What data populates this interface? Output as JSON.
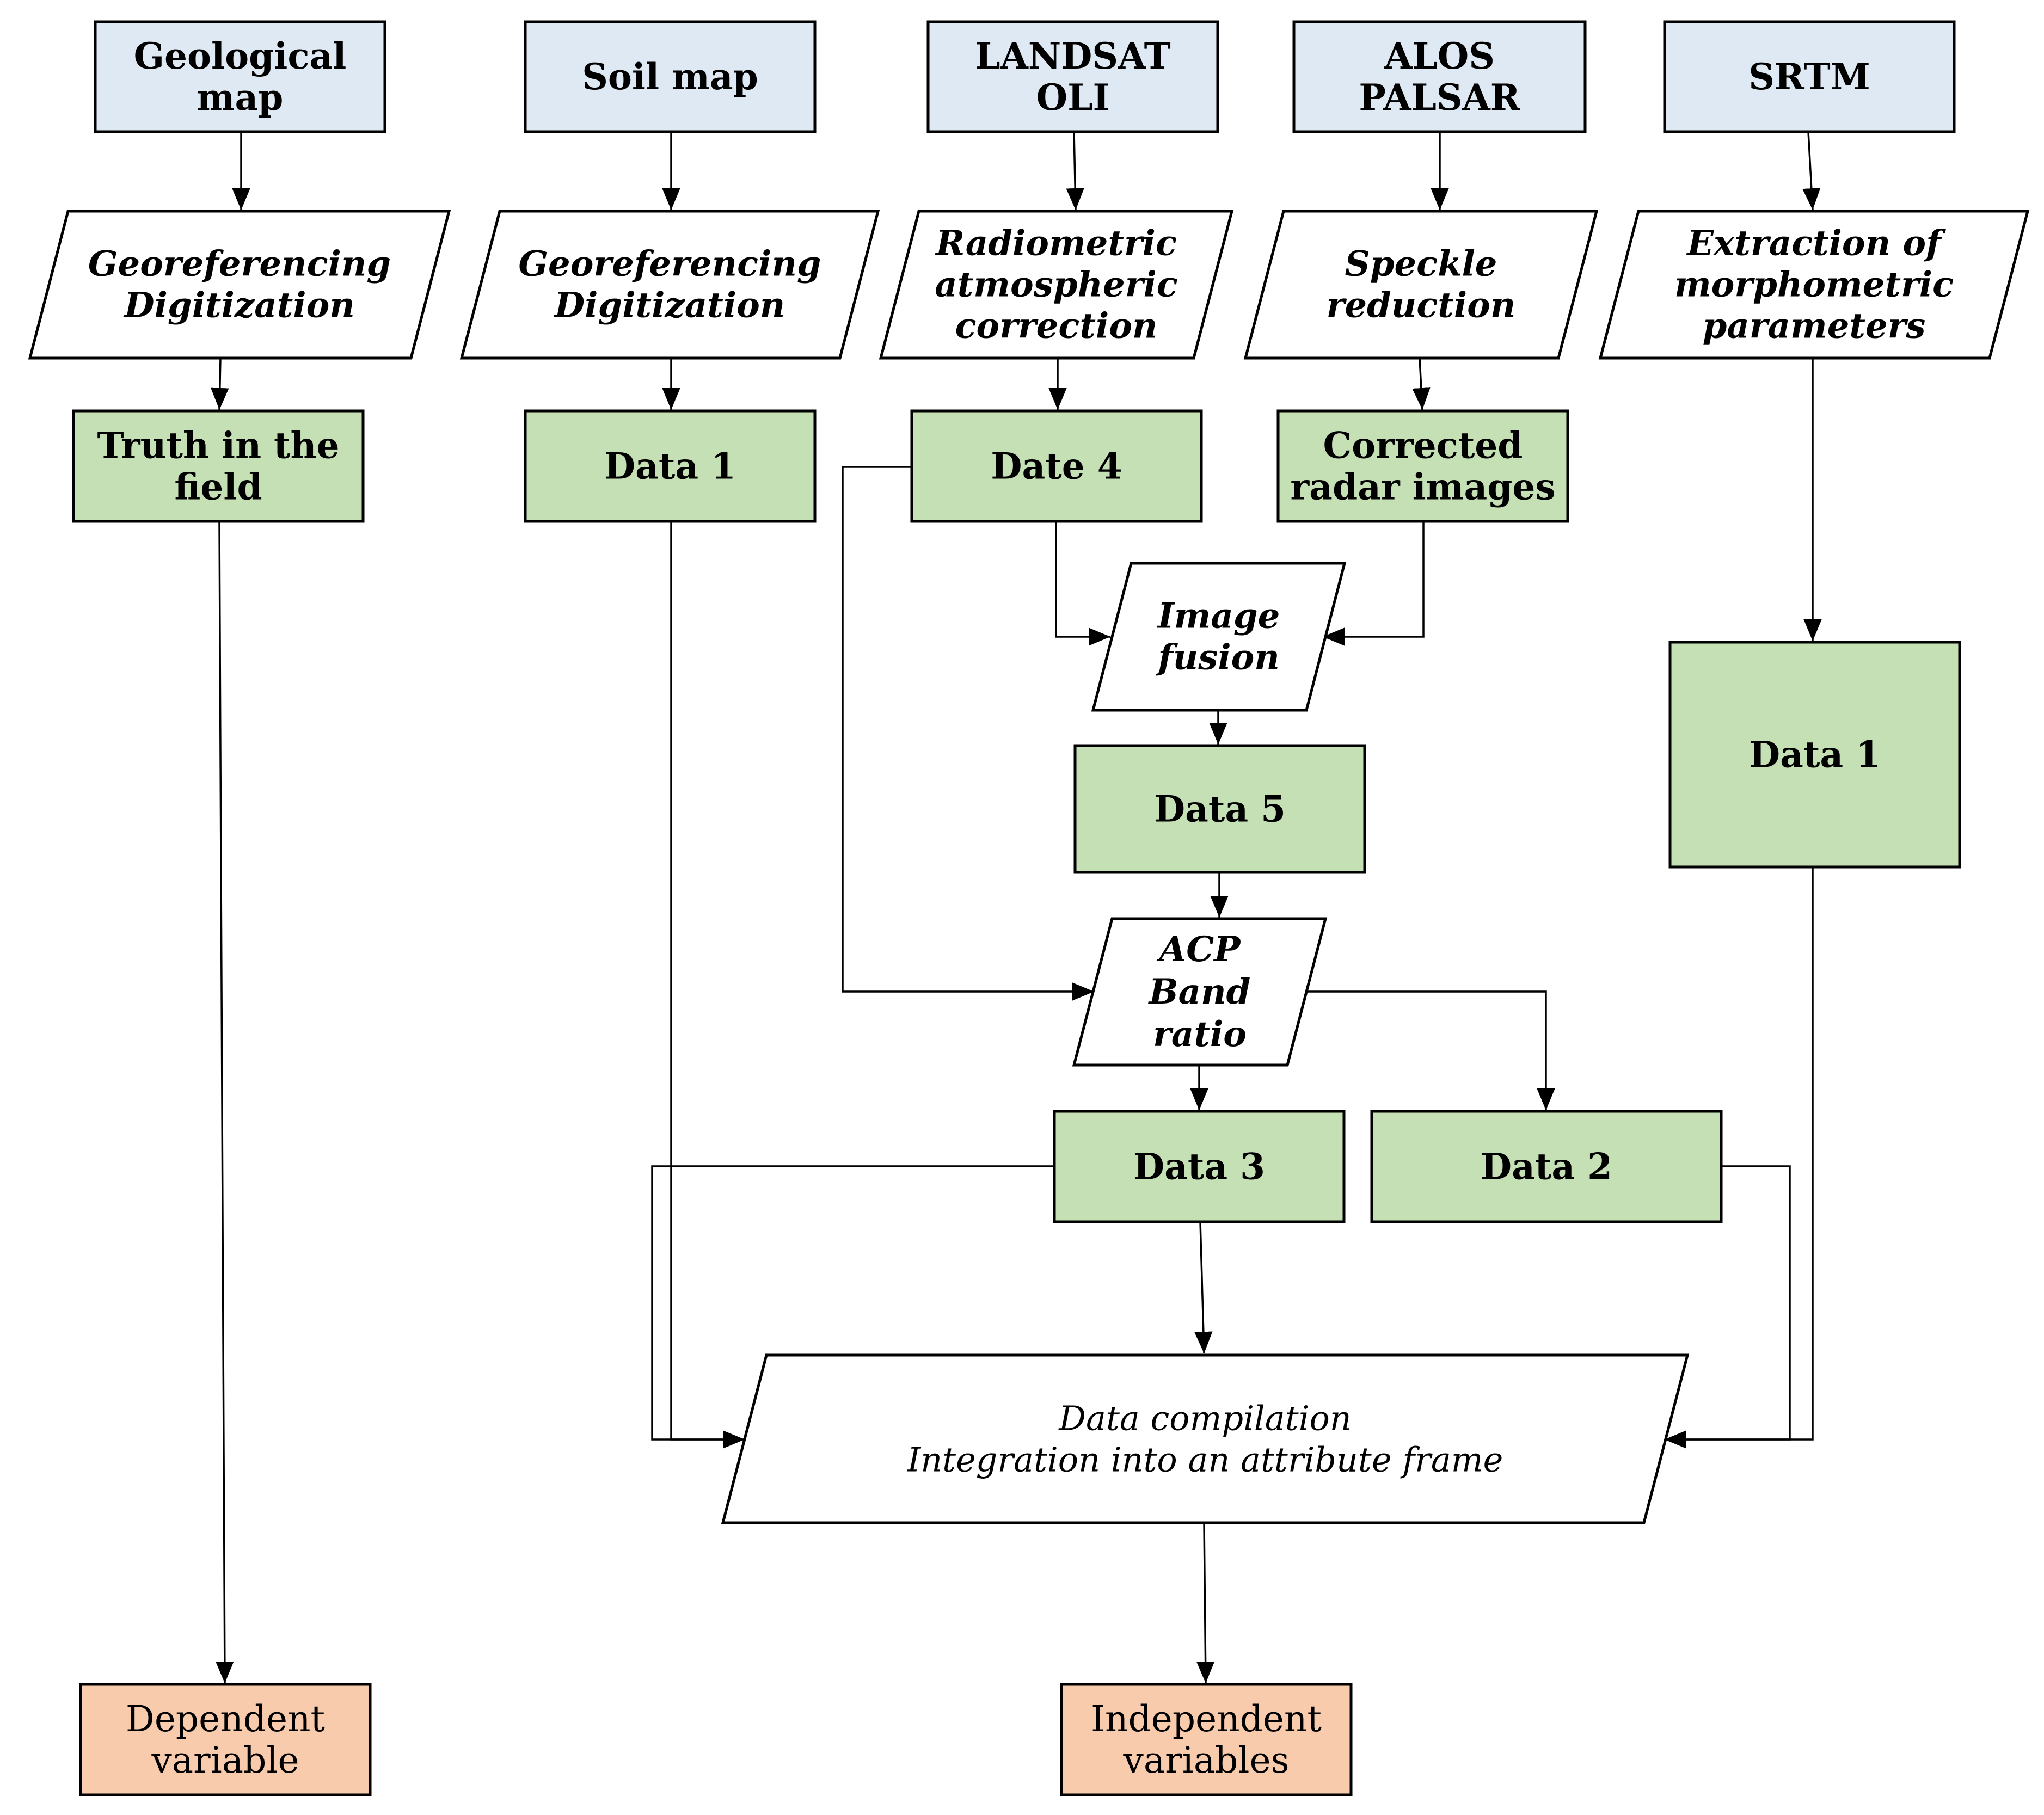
{
  "colors": {
    "source_fill": "#dfe9f4",
    "data_fill": "#c5e0b4",
    "output_fill": "#f8cbad",
    "process_fill": "#ffffff",
    "stroke": "#000000"
  },
  "nodes": {
    "geological_map": {
      "lines": [
        "Geological",
        "map"
      ]
    },
    "soil_map": {
      "lines": [
        "Soil map"
      ]
    },
    "landsat_oli": {
      "lines": [
        "LANDSAT",
        "OLI"
      ]
    },
    "alos_palsar": {
      "lines": [
        "ALOS",
        "PALSAR"
      ]
    },
    "srtm": {
      "lines": [
        "SRTM"
      ]
    },
    "georef_1": {
      "lines": [
        "Georeferencing",
        "Digitization"
      ]
    },
    "georef_2": {
      "lines": [
        "Georeferencing",
        "Digitization"
      ]
    },
    "radiometric": {
      "lines": [
        "Radiometric",
        "atmospheric",
        "correction"
      ]
    },
    "speckle": {
      "lines": [
        "Speckle",
        "reduction"
      ]
    },
    "extraction": {
      "lines": [
        "Extraction of",
        "morphometric",
        "parameters"
      ]
    },
    "truth_field": {
      "lines": [
        "Truth in the",
        "field"
      ]
    },
    "data1_soil": {
      "lines": [
        "Data 1"
      ]
    },
    "date4": {
      "lines": [
        "Date 4"
      ]
    },
    "corrected_radar": {
      "lines": [
        "Corrected",
        "radar images"
      ]
    },
    "image_fusion": {
      "lines": [
        "Image",
        "fusion"
      ]
    },
    "data1_srtm": {
      "lines": [
        "Data 1"
      ]
    },
    "data5": {
      "lines": [
        "Data 5"
      ]
    },
    "acp": {
      "lines": [
        "ACP",
        "Band",
        "ratio"
      ]
    },
    "data3": {
      "lines": [
        "Data 3"
      ]
    },
    "data2": {
      "lines": [
        "Data 2"
      ]
    },
    "compilation": {
      "lines": [
        "Data compilation",
        "Integration into an attribute frame"
      ]
    },
    "dependent": {
      "lines": [
        "Dependent",
        "variable"
      ]
    },
    "independent": {
      "lines": [
        "Independent",
        "variables"
      ]
    }
  }
}
